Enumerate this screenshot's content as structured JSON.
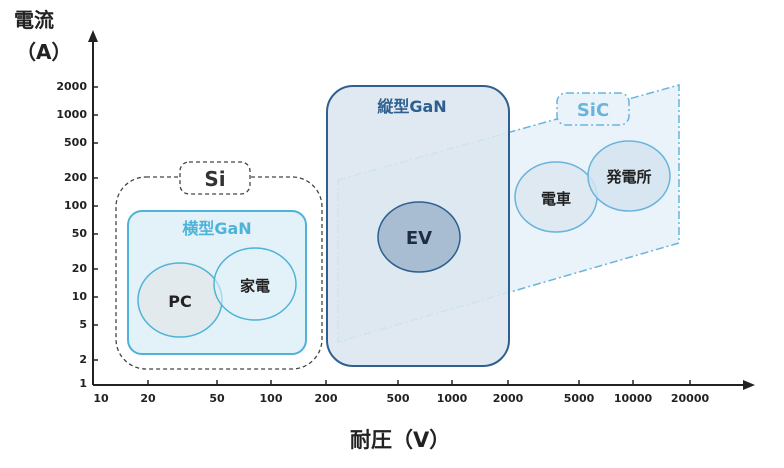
{
  "axes": {
    "y_title_line1": "電流",
    "y_title_line2": "（A）",
    "x_title": "耐圧（V）",
    "y_ticks": [
      "2000",
      "1000",
      "500",
      "200",
      "100",
      "50",
      "20",
      "10",
      "5",
      "2",
      "1"
    ],
    "x_ticks": [
      "10",
      "20",
      "50",
      "100",
      "200",
      "500",
      "1000",
      "2000",
      "5000",
      "10000",
      "20000"
    ]
  },
  "regions": {
    "si": "Si",
    "lateral_gan": "横型GaN",
    "vertical_gan": "縦型GaN",
    "sic": "SiC"
  },
  "applications": {
    "pc": "PC",
    "appliances": "家電",
    "ev": "EV",
    "train": "電車",
    "power_plant": "発電所"
  },
  "colors": {
    "axis": "#222222",
    "si_border": "#444444",
    "lateral_gan_border": "#4fb3d9",
    "lateral_gan_fill": "#e3f1f8",
    "vertical_gan_border": "#2e5f8f",
    "vertical_gan_fill": "#e2ebf3",
    "sic_border": "#6ab4dc",
    "sic_fill": "#eaf3fa",
    "ev_fill": "#a9bdd2",
    "bubble_fill": "#dfe9f2"
  }
}
